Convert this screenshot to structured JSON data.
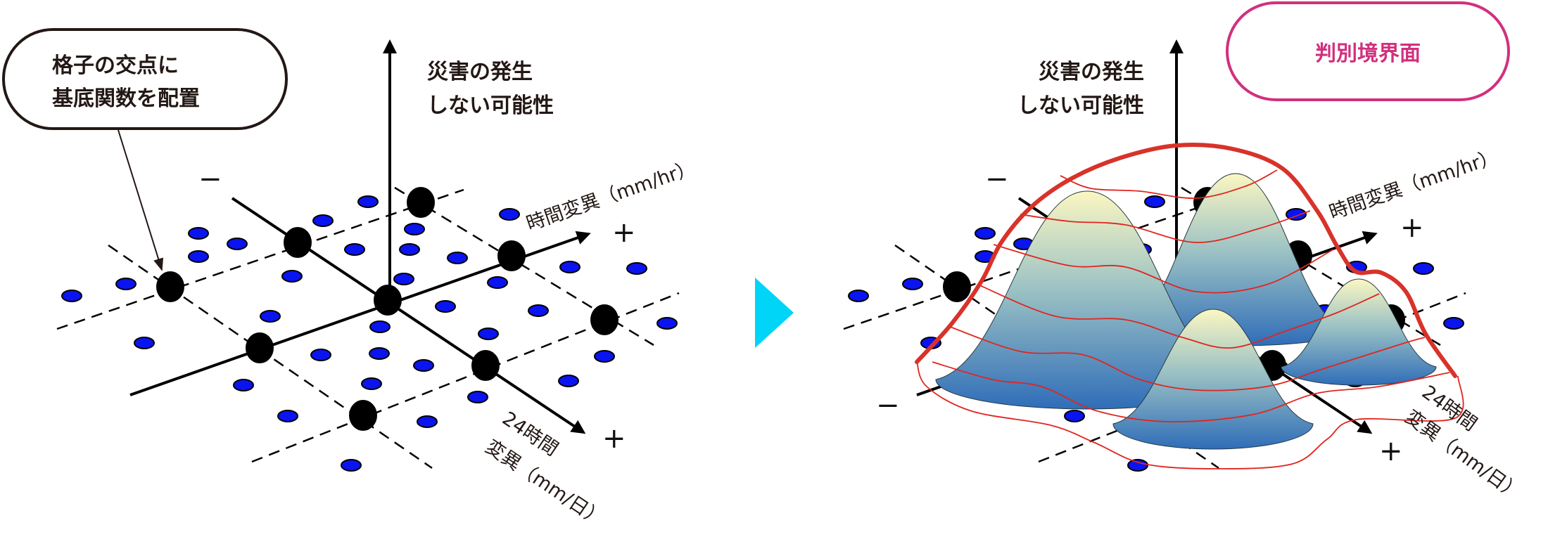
{
  "left_panel": {
    "callout": {
      "line1": "格子の交点に",
      "line2": "基底関数を配置"
    },
    "vertical_axis_label": {
      "line1": "災害の発生",
      "line2": "しない可能性"
    },
    "axis_hourly_label": "時間変異（mm/hr）",
    "axis_daily_label": {
      "line1": "24時間",
      "line2": "変異（mm/日）"
    },
    "minus_sign": "−",
    "plus_sign": "+"
  },
  "right_panel": {
    "callout": {
      "label": "判別境界面"
    },
    "vertical_axis_label": {
      "line1": "災害の発生",
      "line2": "しない可能性"
    },
    "axis_hourly_label": "時間変異（mm/hr）",
    "axis_daily_label": {
      "line1": "24時間",
      "line2": "変異（mm/日）"
    },
    "minus_sign": "−",
    "plus_sign": "+"
  },
  "colors": {
    "sample_point": "#0a14f0",
    "grid_node": "#000000",
    "arrow": "#00d4f7",
    "boundary": "#d8322a",
    "contour": "#e0251f",
    "callout_accent": "#d1307e",
    "mountain_top": "#fbf7c2",
    "mountain_bottom": "#2f6db8"
  }
}
